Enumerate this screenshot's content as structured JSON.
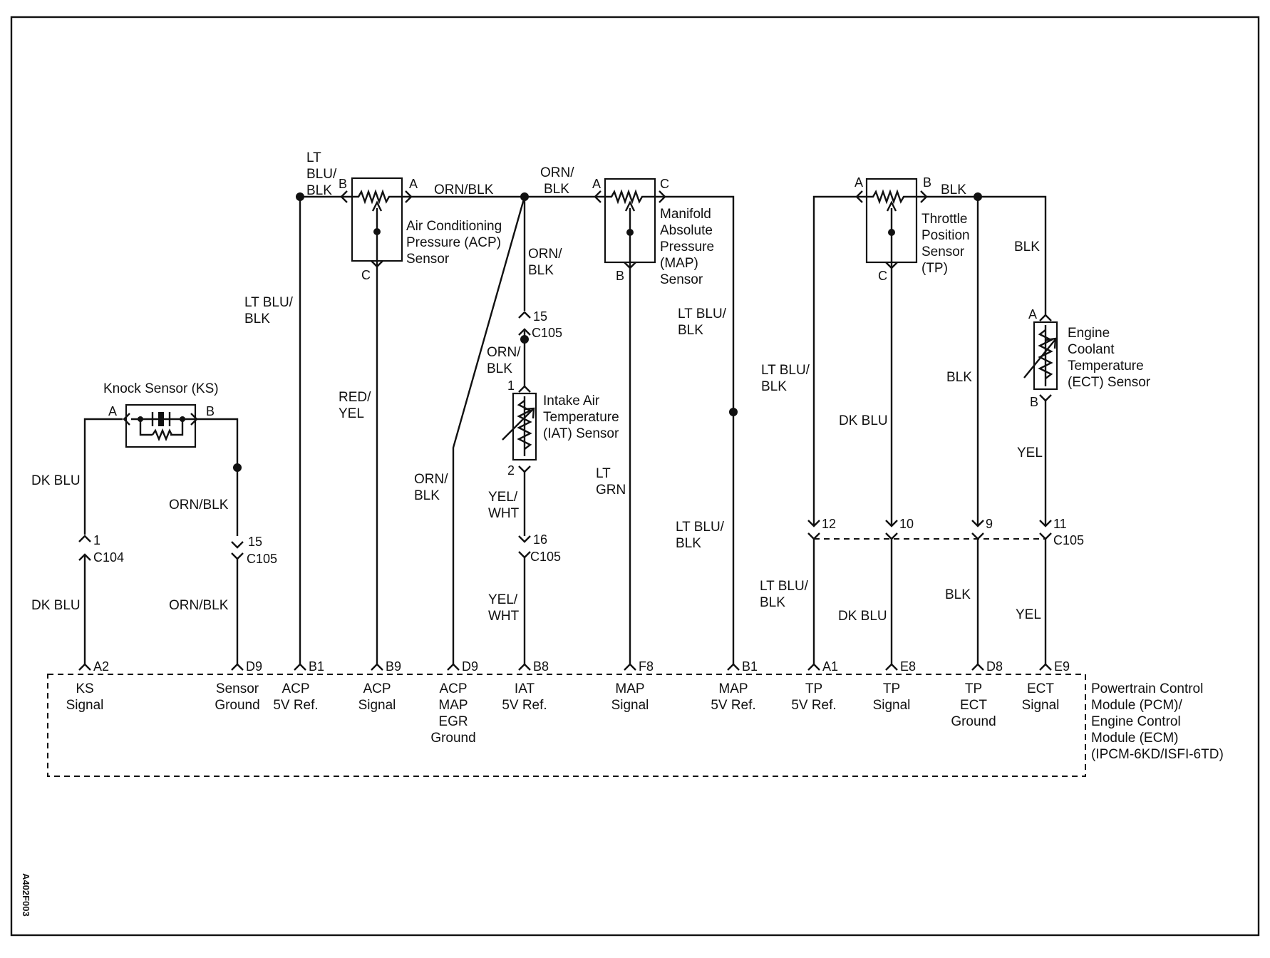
{
  "figure_id": "A402F003",
  "pcm": {
    "lines": [
      "Powertrain Control",
      "Module (PCM)/",
      "Engine Control",
      "Module (ECM)",
      "(IPCM-6KD/ISFI-6TD)"
    ]
  },
  "components": {
    "ks": {
      "title": "Knock Sensor (KS)",
      "pin_a": "A",
      "pin_b": "B"
    },
    "acp": {
      "lines": [
        "Air Conditioning",
        "Pressure (ACP)",
        "Sensor"
      ],
      "pin_a": "A",
      "pin_b": "B",
      "pin_c": "C"
    },
    "map": {
      "lines": [
        "Manifold",
        "Absolute",
        "Pressure",
        "(MAP)",
        "Sensor"
      ],
      "pin_a": "A",
      "pin_b": "B",
      "pin_c": "C"
    },
    "tp": {
      "lines": [
        "Throttle",
        "Position",
        "Sensor",
        "(TP)"
      ],
      "pin_a": "A",
      "pin_b": "B",
      "pin_c": "C"
    },
    "iat": {
      "lines": [
        "Intake Air",
        "Temperature",
        "(IAT) Sensor"
      ],
      "pin_1": "1",
      "pin_2": "2"
    },
    "ect": {
      "lines": [
        "Engine",
        "Coolant",
        "Temperature",
        "(ECT) Sensor"
      ],
      "pin_a": "A",
      "pin_b": "B"
    }
  },
  "wire_labels": {
    "ks_a_upper": "DK BLU",
    "ks_a_lower": "DK BLU",
    "ks_b_upper": "ORN/BLK",
    "ks_b_lower": "ORN/BLK",
    "acp_b_top": [
      "LT",
      "BLU/",
      "BLK"
    ],
    "acp_b_left": [
      "LT BLU/",
      "BLK"
    ],
    "acp_a_top": "ORN/BLK",
    "acp_c": [
      "RED/",
      "YEL"
    ],
    "map_a_top": [
      "ORN/",
      "BLK"
    ],
    "orn_down": [
      "ORN/",
      "BLK"
    ],
    "iat_1": [
      "ORN/",
      "BLK"
    ],
    "egr_ground": [
      "ORN/",
      "BLK"
    ],
    "iat_2_upper": [
      "YEL/",
      "WHT"
    ],
    "iat_2_lower": [
      "YEL/",
      "WHT"
    ],
    "map_b": [
      "LT",
      "GRN"
    ],
    "map_c_upper": [
      "LT BLU/",
      "BLK"
    ],
    "map_c_lower": [
      "LT BLU/",
      "BLK"
    ],
    "tp_a_upper": [
      "LT BLU/",
      "BLK"
    ],
    "tp_a_lower": [
      "LT BLU/",
      "BLK"
    ],
    "tp_b_top": "BLK",
    "tp_c_upper": "DK BLU",
    "tp_c_lower": "DK BLU",
    "blk_9_upper": "BLK",
    "blk_9_lower": "BLK",
    "ect_a": "BLK",
    "ect_b_upper": "YEL",
    "ect_b_lower": "YEL"
  },
  "connectors": {
    "c104": {
      "pin": "1",
      "name": "C104"
    },
    "ks_ground": {
      "pin": "15",
      "name": "C105"
    },
    "iat_up": {
      "pin": "15",
      "name": "C105"
    },
    "iat_down": {
      "pin": "16",
      "name": "C105"
    },
    "tp_a": {
      "pin": "12"
    },
    "tp_c": {
      "pin": "10"
    },
    "tp_gnd": {
      "pin": "9"
    },
    "ect": {
      "pin": "11",
      "name": "C105"
    }
  },
  "terminals": [
    {
      "pin": "A2",
      "lines": [
        "KS",
        "Signal"
      ]
    },
    {
      "pin": "D9",
      "lines": [
        "Sensor",
        "Ground"
      ]
    },
    {
      "pin": "B1",
      "lines": [
        "ACP",
        "5V Ref."
      ]
    },
    {
      "pin": "B9",
      "lines": [
        "ACP",
        "Signal"
      ]
    },
    {
      "pin": "D9",
      "lines": [
        "ACP",
        "MAP",
        "EGR",
        "Ground"
      ]
    },
    {
      "pin": "B8",
      "lines": [
        "IAT",
        "5V Ref."
      ]
    },
    {
      "pin": "F8",
      "lines": [
        "MAP",
        "Signal"
      ]
    },
    {
      "pin": "B1",
      "lines": [
        "MAP",
        "5V Ref."
      ]
    },
    {
      "pin": "A1",
      "lines": [
        "TP",
        "5V Ref."
      ]
    },
    {
      "pin": "E8",
      "lines": [
        "TP",
        "Signal"
      ]
    },
    {
      "pin": "D8",
      "lines": [
        "TP",
        "ECT",
        "Ground"
      ]
    },
    {
      "pin": "E9",
      "lines": [
        "ECT",
        "Signal"
      ]
    }
  ]
}
